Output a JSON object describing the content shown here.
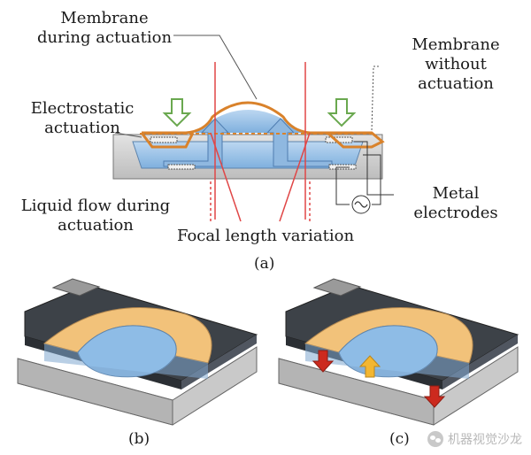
{
  "panel_a": {
    "labels": {
      "membrane_during": [
        "Membrane",
        "during actuation"
      ],
      "membrane_without": [
        "Membrane",
        "without",
        "actuation"
      ],
      "electrostatic": [
        "Electrostatic",
        "actuation"
      ],
      "liquid_flow": [
        "Liquid flow during",
        "actuation"
      ],
      "metal_electrodes": [
        "Metal",
        "electrodes"
      ],
      "focal": "Focal length variation"
    },
    "caption": "(a)"
  },
  "panel_b": {
    "caption": "(b)"
  },
  "panel_c": {
    "caption": "(c)"
  },
  "watermark": {
    "text": "机器视觉沙龙",
    "icon": "wechat-icon"
  },
  "colors": {
    "membrane_orange": "#d9822b",
    "liquid_blue": "#9cc3e6",
    "chip_gray": "#cfcfcf",
    "dark_top": "#3d4248",
    "electrode_tan": "#f2c27a",
    "arrow_green": "#6aa84f",
    "arrow_red": "#cc2a1e",
    "arrow_yellow": "#f3b631",
    "focal_red": "#e04646"
  }
}
